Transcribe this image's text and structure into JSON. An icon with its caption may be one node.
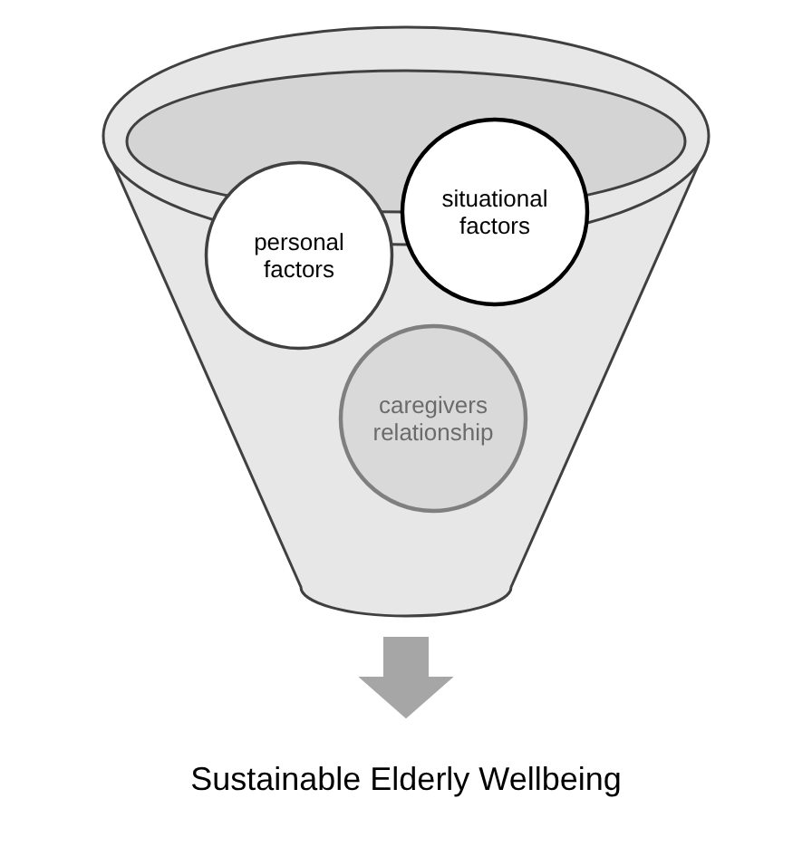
{
  "diagram": {
    "nodes": [
      {
        "text": [],
        "shape": "funnel"
      },
      {
        "text": [
          "personal factors"
        ],
        "in": 0
      },
      {
        "text": [
          "situational factors"
        ],
        "in": 0
      },
      {
        "text": [
          "caregivers relationship"
        ],
        "in": 0
      },
      {
        "text": [
          "Sustainable Elderly Wellbeing"
        ]
      }
    ],
    "edges": [
      {
        "from": 0,
        "to": 4,
        "arrow": "to",
        "style": "thick"
      }
    ]
  }
}
